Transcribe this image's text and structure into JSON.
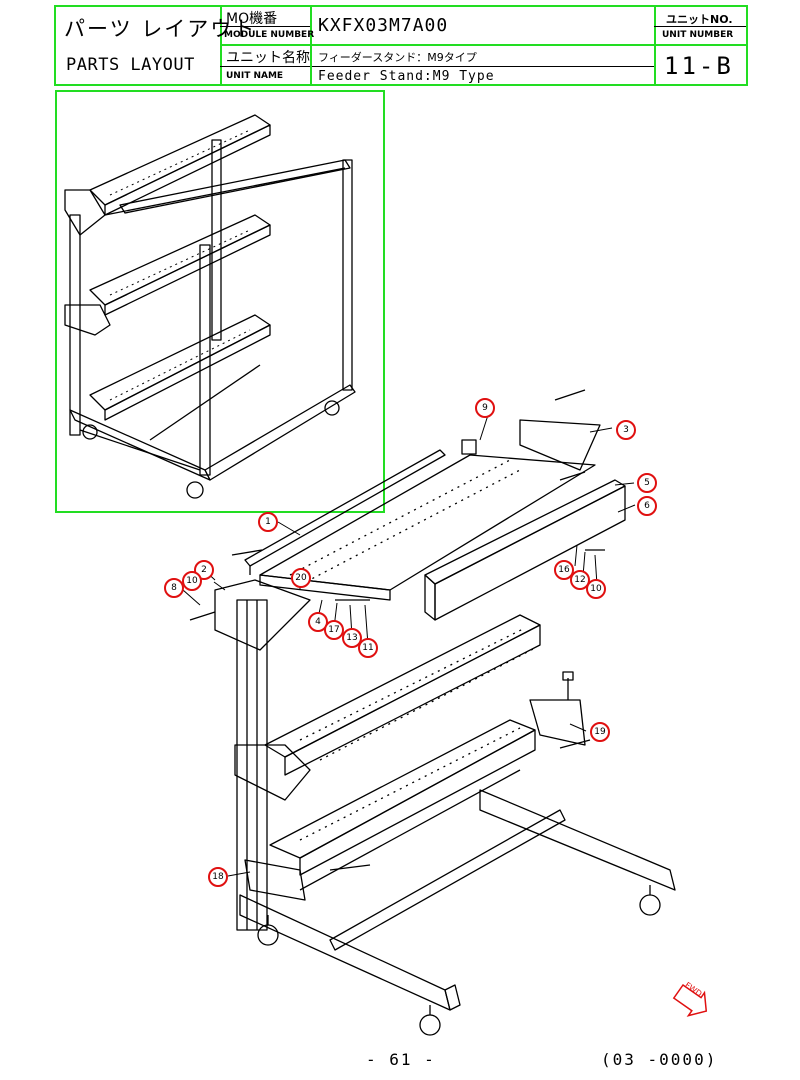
{
  "header": {
    "title_jp": "パーツ レイアウト",
    "title_en": "PARTS LAYOUT",
    "module_label_jp": "MO機番",
    "module_label_en": "MODULE NUMBER",
    "module_number": "KXFX03M7A00",
    "unit_name_label_jp": "ユニット名称",
    "unit_name_label_en": "UNIT NAME",
    "unit_name_jp": "フィーダースタンド：M9タイプ",
    "unit_name_en": "Feeder Stand:M9 Type",
    "unit_no_label_jp": "ユニットNO.",
    "unit_no_label_en": "UNIT NUMBER",
    "unit_no": "11-B"
  },
  "callouts": [
    "1",
    "2",
    "3",
    "4",
    "5",
    "6",
    "8",
    "9",
    "10",
    "10",
    "11",
    "12",
    "13",
    "16",
    "17",
    "18",
    "19",
    "20"
  ],
  "fwd_label": "FWD",
  "footer": {
    "page": "- 61 -",
    "code": "(03 -0000)"
  },
  "colors": {
    "frame": "#22dd22",
    "callout": "#e01010"
  }
}
